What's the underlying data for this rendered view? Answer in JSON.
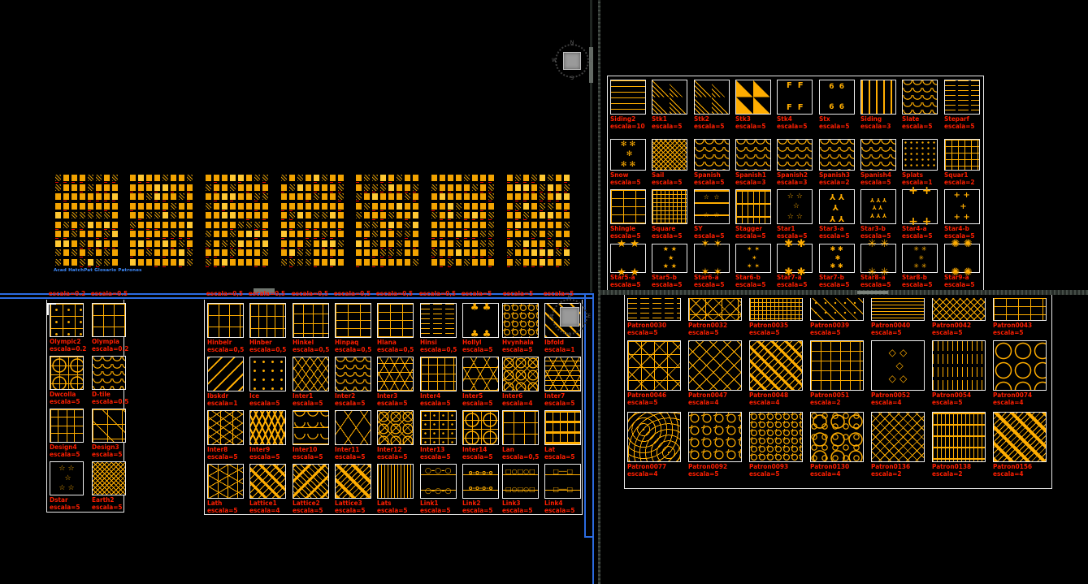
{
  "colors": {
    "hatch": "#FFAD00",
    "label_red": "#FF1E00",
    "viewport_blue": "#2B6BE0",
    "border_white": "#E9E9E9",
    "caption_blue": "#3F8CFF"
  },
  "caption": "Acad HatchPat Glosario Patrones",
  "viewcube": {
    "n": "N",
    "e": "E",
    "s": "S",
    "w": "W"
  },
  "panels": {
    "top_right": {
      "rows": [
        [
          {
            "n": "Siding2",
            "e": "escala=10",
            "p": "hl"
          },
          {
            "n": "Stk1",
            "e": "escala=5",
            "p": "trih"
          },
          {
            "n": "Stk2",
            "e": "escala=5",
            "p": "trih"
          },
          {
            "n": "Stk3",
            "e": "escala=5",
            "p": "tri"
          },
          {
            "n": "Stk4",
            "e": "escala=5",
            "p": "none",
            "g": "F  F\n\nF  F",
            "gs": 10
          },
          {
            "n": "Stx",
            "e": "escala=5",
            "p": "none",
            "g": "6  6\n\n6  6",
            "gs": 9
          },
          {
            "n": "Siding",
            "e": "escala=3",
            "p": "vlw"
          },
          {
            "n": "Slate",
            "e": "escala=5",
            "p": "sca"
          },
          {
            "n": "Steparf",
            "e": "escala=5",
            "p": "pill"
          }
        ],
        [
          {
            "n": "Snow",
            "e": "escala=5",
            "p": "none",
            "g": "✻ ✻\n ✻\n✻ ✻",
            "gs": 9
          },
          {
            "n": "Sail",
            "e": "escala=5",
            "p": "wv"
          },
          {
            "n": "Spanish",
            "e": "escala=5",
            "p": "sca"
          },
          {
            "n": "Spanish1",
            "e": "escala=3",
            "p": "sca"
          },
          {
            "n": "Spanish2",
            "e": "escala=3",
            "p": "sca"
          },
          {
            "n": "Spanish3",
            "e": "escala=2",
            "p": "sca"
          },
          {
            "n": "Spanish4",
            "e": "escala=5",
            "p": "sca"
          },
          {
            "n": "Splats",
            "e": "escala=1",
            "p": "dot"
          },
          {
            "n": "Squar1",
            "e": "escala=2",
            "p": "gr"
          }
        ],
        [
          {
            "n": "Shingle",
            "e": "escala=5",
            "p": "brk"
          },
          {
            "n": "Square",
            "e": "escala=5",
            "p": "key"
          },
          {
            "n": "SY",
            "e": "escala=5",
            "p": "hlw",
            "g": "☆  ☆\n\n☆  ☆",
            "gs": 8
          },
          {
            "n": "Stagger",
            "e": "escala=5",
            "p": "stg"
          },
          {
            "n": "Star1",
            "e": "escala=5",
            "p": "none",
            "g": "☆ ☆\n ☆\n☆ ☆",
            "gs": 9
          },
          {
            "n": "Star3-a",
            "e": "escala=5",
            "p": "none",
            "g": "Y Y\n Y\nY Y",
            "gs": 10,
            "rot": 1
          },
          {
            "n": "Star3-b",
            "e": "escala=5",
            "p": "none",
            "g": "Y Y Y\n Y Y\nY Y Y",
            "gs": 7,
            "rot": 1
          },
          {
            "n": "Star4-a",
            "e": "escala=5",
            "p": "none",
            "g": "+ +\n\n+ +",
            "gs": 14
          },
          {
            "n": "Star4-b",
            "e": "escala=5",
            "p": "none",
            "g": "+ +\n +\n+ +",
            "gs": 10
          }
        ],
        [
          {
            "n": "Star5-a",
            "e": "escala=5",
            "p": "none",
            "g": "★ ★\n\n★ ★",
            "gs": 13
          },
          {
            "n": "Star5-b",
            "e": "escala=5",
            "p": "none",
            "g": "★ ★\n ★\n★ ★",
            "gs": 8
          },
          {
            "n": "Star6-a",
            "e": "escala=5",
            "p": "none",
            "g": "✶ ✶\n\n✶ ✶",
            "gs": 13
          },
          {
            "n": "Star6-b",
            "e": "escala=5",
            "p": "none",
            "g": "✶ ✶\n ✶\n✶ ✶",
            "gs": 8
          },
          {
            "n": "Star7-a",
            "e": "escala=5",
            "p": "none",
            "g": "✱ ✱\n\n✱ ✱",
            "gs": 13
          },
          {
            "n": "Star7-b",
            "e": "escala=5",
            "p": "none",
            "g": "✱ ✱\n ✱\n✱ ✱",
            "gs": 8
          },
          {
            "n": "Star8-a",
            "e": "escala=5",
            "p": "none",
            "g": "✳ ✳\n\n✳ ✳",
            "gs": 13
          },
          {
            "n": "Star8-b",
            "e": "escala=5",
            "p": "none",
            "g": "✳ ✳\n ✳\n✳ ✳",
            "gs": 8
          },
          {
            "n": "Star9-a",
            "e": "escala=5",
            "p": "none",
            "g": "✺ ✺\n\n✺ ✺",
            "gs": 13
          }
        ]
      ]
    },
    "bottom_right": {
      "rows": [
        [
          {
            "n": "Patron0030",
            "e": "escala=5",
            "p": "hlbrk"
          },
          {
            "n": "Patron0032",
            "e": "escala=5",
            "p": "ujk"
          },
          {
            "n": "Patron0035",
            "e": "escala=5",
            "p": "key"
          },
          {
            "n": "Patron0039",
            "e": "escala=5",
            "p": "dgc"
          },
          {
            "n": "Patron0040",
            "e": "escala=5",
            "p": "hl2"
          },
          {
            "n": "Patron0042",
            "e": "escala=5",
            "p": "wv2"
          },
          {
            "n": "Patron0043",
            "e": "escala=5",
            "p": "brk"
          }
        ],
        [
          {
            "n": "Patron0046",
            "e": "escala=5",
            "p": "oct"
          },
          {
            "n": "Patron0047",
            "e": "escala=4",
            "p": "dia"
          },
          {
            "n": "Patron0048",
            "e": "escala=4",
            "p": "lat1"
          },
          {
            "n": "Patron0051",
            "e": "escala=2",
            "p": "gr2"
          },
          {
            "n": "Patron0052",
            "e": "escala=4",
            "p": "none",
            "g": "◇ ◇\n ◇\n◇ ◇",
            "gs": 12
          },
          {
            "n": "Patron0054",
            "e": "escala=5",
            "p": "vbrk"
          },
          {
            "n": "Patron0074",
            "e": "escala=4",
            "p": "cir"
          }
        ],
        [
          {
            "n": "Patron0077",
            "e": "escala=4",
            "p": "wav"
          },
          {
            "n": "Patron0092",
            "e": "escala=5",
            "p": "peb"
          },
          {
            "n": "Patron0093",
            "e": "escala=5",
            "p": "peb2"
          },
          {
            "n": "Patron0130",
            "e": "escala=4",
            "p": "cirs"
          },
          {
            "n": "Patron0136",
            "e": "escala=2",
            "p": "dia2"
          },
          {
            "n": "Patron0138",
            "e": "escala=2",
            "p": "sqh"
          },
          {
            "n": "Patron0156",
            "e": "escala=4",
            "p": "lat3"
          }
        ]
      ]
    },
    "bottom_center": {
      "cut_labels": [
        "escala=0,5",
        "escala=0,5",
        "escala=0,5",
        "escala=0,5",
        "escala=0,5",
        "escala=0,5",
        "escala=5",
        "escala=5",
        "escala=5"
      ],
      "rows": [
        [
          {
            "n": "Hinbelr",
            "e": "escala=0,5",
            "p": "blk"
          },
          {
            "n": "Hinber",
            "e": "escala=0,5",
            "p": "brkv"
          },
          {
            "n": "Hinkel",
            "e": "escala=0,5",
            "p": "gr2"
          },
          {
            "n": "Hinpaq",
            "e": "escala=0,5",
            "p": "brk"
          },
          {
            "n": "Hlana",
            "e": "escala=0,5",
            "p": "brk"
          },
          {
            "n": "Hinsi",
            "e": "escala=0,5",
            "p": "hlbrk"
          },
          {
            "n": "Hollyl",
            "e": "escala=5",
            "p": "none",
            "g": "♣ ♣\n\n♣ ♣",
            "gs": 12
          },
          {
            "n": "Hvynhala",
            "e": "escala=5",
            "p": "peb2"
          },
          {
            "n": "Ibfold",
            "e": "escala=1",
            "p": "dgw"
          }
        ],
        [
          {
            "n": "Ibskdr",
            "e": "escala=1",
            "p": "dgw2"
          },
          {
            "n": "Ice",
            "e": "escala=5",
            "p": "dot2"
          },
          {
            "n": "Inter1",
            "e": "escala=5",
            "p": "zz"
          },
          {
            "n": "Inter2",
            "e": "escala=5",
            "p": "sca"
          },
          {
            "n": "Inter3",
            "e": "escala=5",
            "p": "hex"
          },
          {
            "n": "Inter4",
            "e": "escala=5",
            "p": "sq2"
          },
          {
            "n": "Inter5",
            "e": "escala=5",
            "p": "hex2"
          },
          {
            "n": "Inter6",
            "e": "escala=4",
            "p": "moor"
          },
          {
            "n": "Inter7",
            "e": "escala=5",
            "p": "hexl"
          }
        ],
        [
          {
            "n": "Inter8",
            "e": "escala=5",
            "p": "zzv"
          },
          {
            "n": "Inter9",
            "e": "escala=5",
            "p": "chv"
          },
          {
            "n": "Inter10",
            "e": "escala=5",
            "p": "crv"
          },
          {
            "n": "Inter11",
            "e": "escala=5",
            "p": "chvb"
          },
          {
            "n": "Inter12",
            "e": "escala=5",
            "p": "moor"
          },
          {
            "n": "Inter13",
            "e": "escala=5",
            "p": "sqg"
          },
          {
            "n": "Inter14",
            "e": "escala=5",
            "p": "cirsq"
          },
          {
            "n": "Lan",
            "e": "escala=0,5",
            "p": "blk"
          },
          {
            "n": "Lat",
            "e": "escala=5",
            "p": "band"
          }
        ],
        [
          {
            "n": "Lath",
            "e": "escala=5",
            "p": "hexv"
          },
          {
            "n": "Lattice1",
            "e": "escala=4",
            "p": "lat1"
          },
          {
            "n": "Lattice2",
            "e": "escala=5",
            "p": "lat2"
          },
          {
            "n": "Lattice3",
            "e": "escala=5",
            "p": "lat3"
          },
          {
            "n": "Lats",
            "e": "escala=5",
            "p": "vl2"
          },
          {
            "n": "Link1",
            "e": "escala=5",
            "p": "chain",
            "g": "○–○–○\n\n○–○–○",
            "gs": 9
          },
          {
            "n": "Link2",
            "e": "escala=5",
            "p": "chain",
            "g": "o–o–o–o\n\no–o–o–o",
            "gs": 7
          },
          {
            "n": "Link3",
            "e": "escala=5",
            "p": "chain",
            "g": "□○□○□\n\n□○□○□",
            "gs": 8
          },
          {
            "n": "Link4",
            "e": "escala=5",
            "p": "chain",
            "g": "□──□\n\n□──□",
            "gs": 8
          }
        ]
      ]
    },
    "bottom_left": {
      "cut_labels": [
        "escala=0.2",
        "escala=0.5"
      ],
      "rows": [
        [
          {
            "n": "Olympic2",
            "e": "escala=0.2",
            "p": "olym"
          },
          {
            "n": "Olympia",
            "e": "escala=0.2",
            "p": "blk"
          }
        ],
        [
          {
            "n": "Dwcolla",
            "e": "escala=5",
            "p": "cirsq"
          },
          {
            "n": "D-tile",
            "e": "escala=0.5",
            "p": "sca"
          }
        ],
        [
          {
            "n": "Design4",
            "e": "escala=5",
            "p": "sq2"
          },
          {
            "n": "Design3",
            "e": "escala=5",
            "p": "box3"
          }
        ],
        [
          {
            "n": "Dstar",
            "e": "escala=5",
            "p": "none",
            "g": "☆ ☆\n ☆\n☆ ☆",
            "gs": 9
          },
          {
            "n": "Earth2",
            "e": "escala=5",
            "p": "wv"
          }
        ]
      ]
    }
  },
  "sheets": {
    "count": 7
  }
}
